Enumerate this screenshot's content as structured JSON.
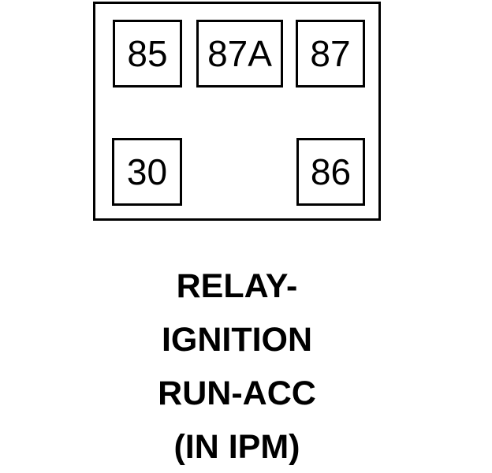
{
  "diagram": {
    "type": "relay-pinout-diagram",
    "colors": {
      "line": "#000000",
      "background": "#ffffff"
    },
    "relay": {
      "terminals": [
        "85",
        "87A",
        "87",
        "30",
        "86"
      ]
    },
    "caption": {
      "lines": [
        "RELAY-",
        "IGNITION",
        "RUN-ACC",
        "(IN IPM)"
      ]
    }
  }
}
